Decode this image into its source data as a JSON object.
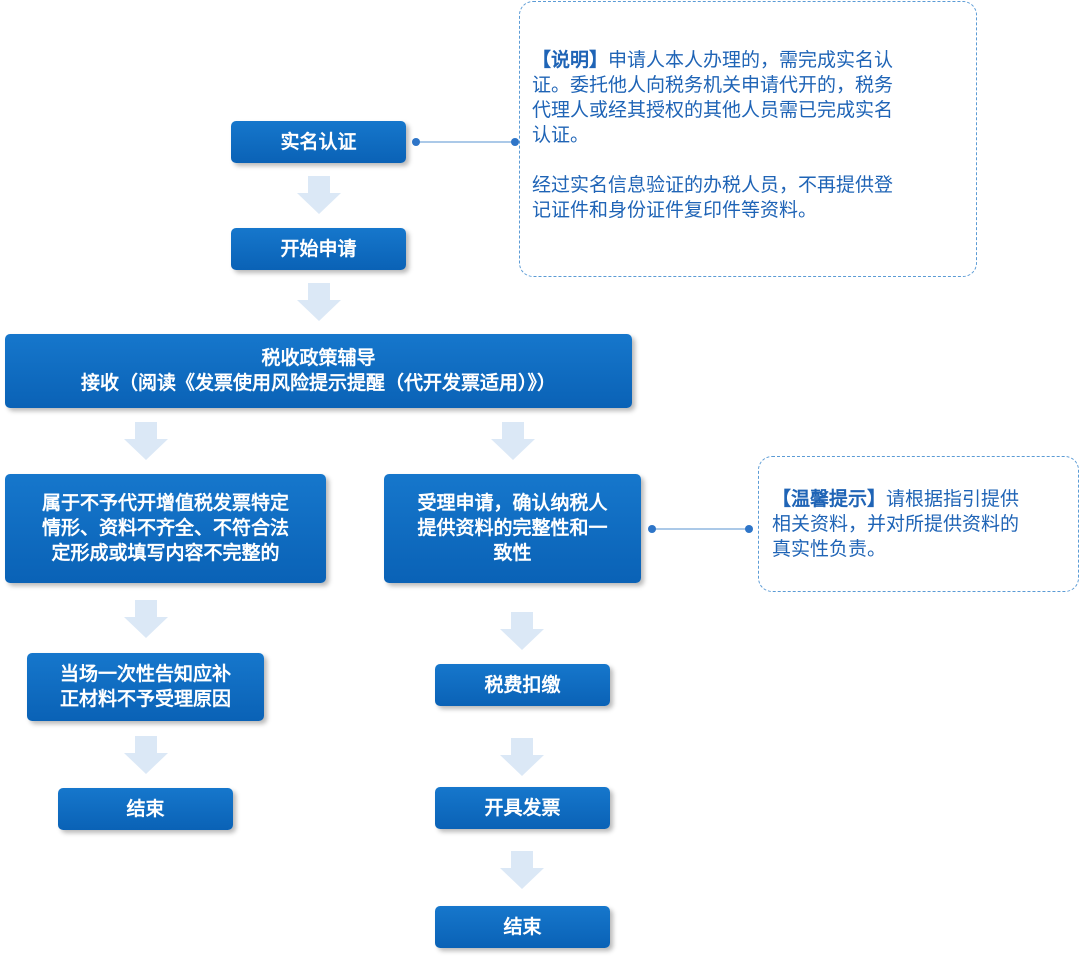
{
  "steps": {
    "real_name_auth": "实名认证",
    "start_application": "开始申请",
    "policy_guidance": [
      "税收政策辅导",
      "接收（阅读《发票使用风险提示提醒（代开发票适用）》）"
    ],
    "not_accepted_case": [
      "属于不予代开增值税发票特定",
      "情形、资料不齐全、不符合法",
      "定形成或填写内容不完整的"
    ],
    "accept_application": [
      "受理申请，确认纳税人",
      "提供资料的完整性和一",
      "致性"
    ],
    "notify_once": [
      "当场一次性告知应补",
      "正材料不予受理原因"
    ],
    "end_left": "结束",
    "tax_withholding": "税费扣缴",
    "issue_invoice": "开具发票",
    "end_right": "结束"
  },
  "notes": {
    "explanation": {
      "heading": "【说明】",
      "line1": "申请人本人办理的，需完成实名认",
      "line2": "证。委托他人向税务机关申请代开的，税务",
      "line3": "代理人或经其授权的其他人员需已完成实名",
      "line4": "认证。",
      "line5": "经过实名信息验证的办税人员，不再提供登",
      "line6": "记证件和身份证件复印件等资料。"
    },
    "tip": {
      "heading": "【温馨提示】",
      "line1": "请根据指引提供",
      "line2": "相关资料，并对所提供资料的",
      "line3": "真实性负责。"
    }
  },
  "colors": {
    "box": "#0a6cc2",
    "arrow": "#dbe8f6",
    "note_border": "#5b9bd5",
    "note_text": "#1f64b6",
    "connector": "#5b9bd5"
  }
}
